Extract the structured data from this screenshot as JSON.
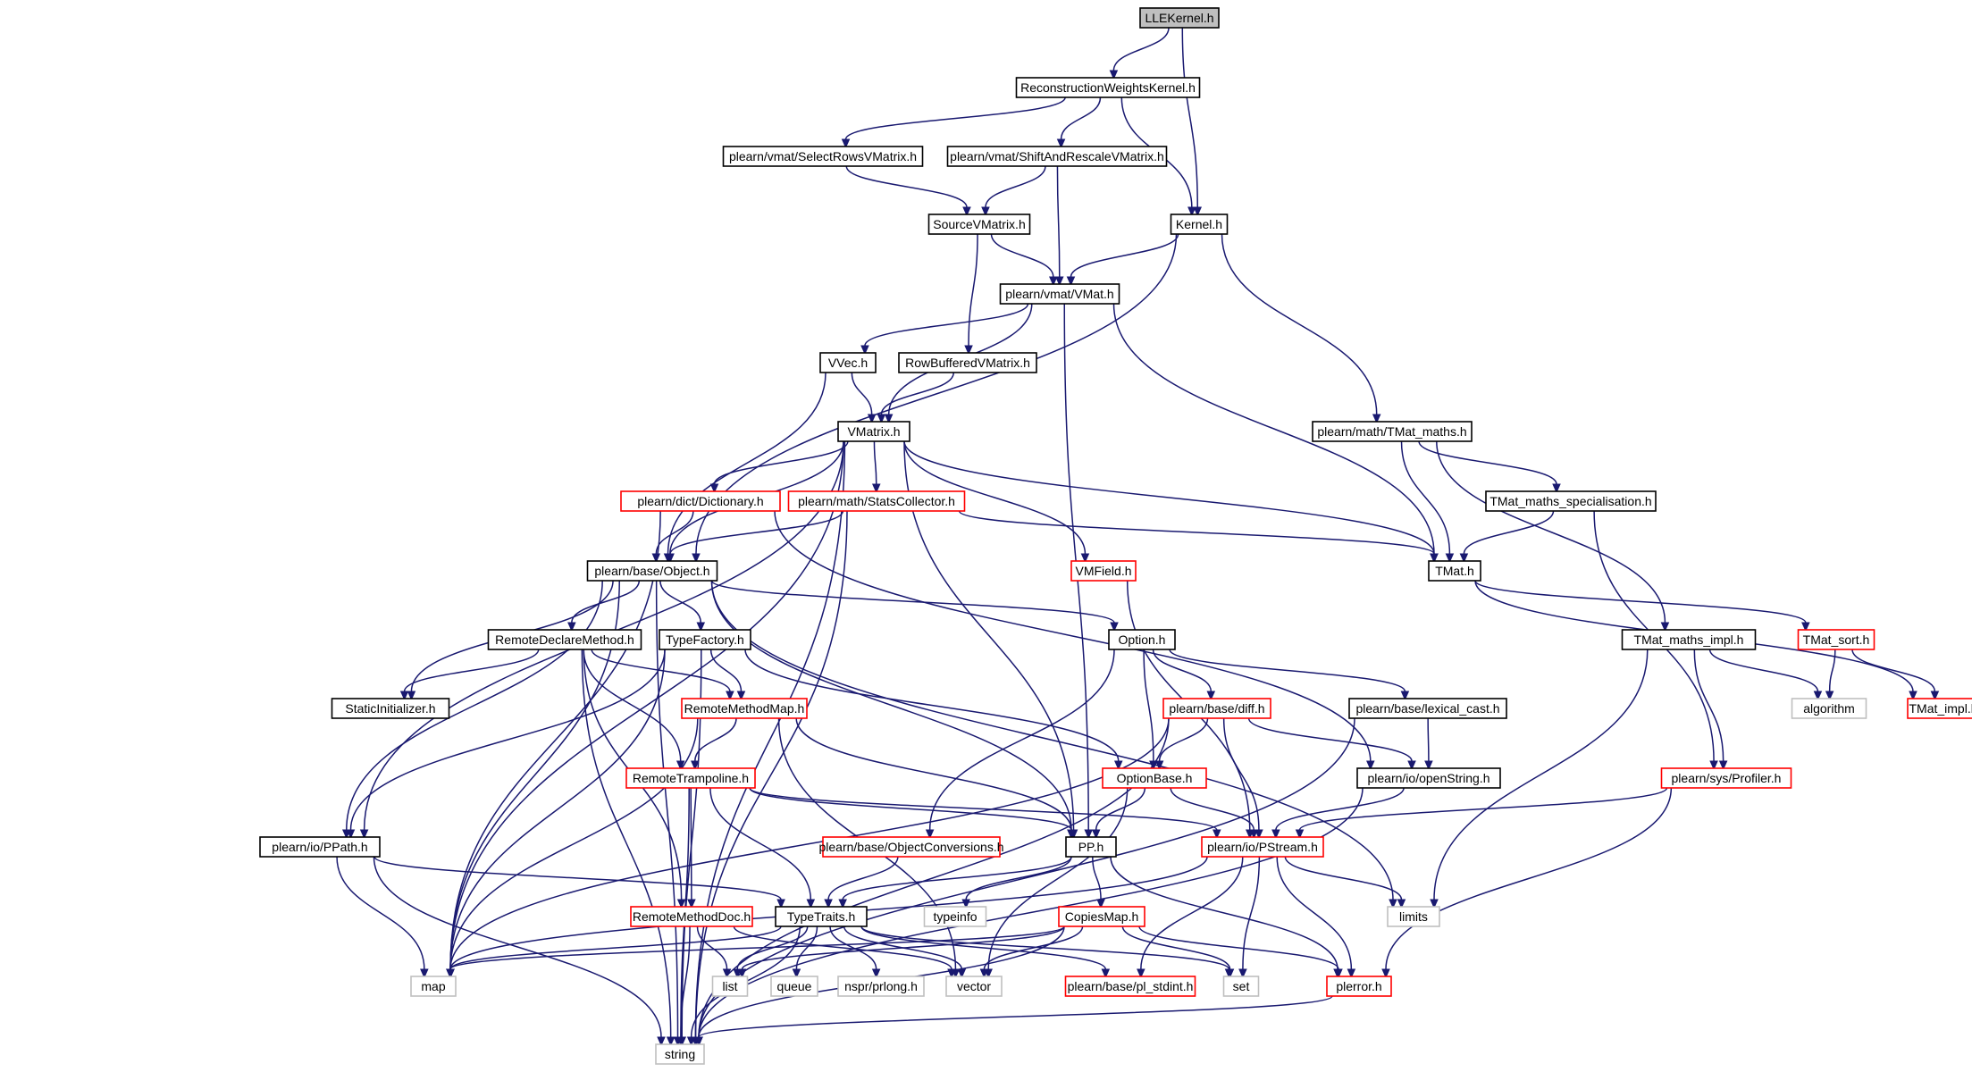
{
  "diagram": {
    "colors": {
      "edge": "#191970",
      "node_border_default": "#000000",
      "node_border_truncated": "#ff0000",
      "node_border_system": "#bfbfbf",
      "node_fill_root": "#bfbfbf",
      "node_fill": "#ffffff",
      "system_text": "#000000"
    },
    "nodes": [
      {
        "id": "lle",
        "label": "LLEKernel.h",
        "kind": "root"
      },
      {
        "id": "rwk",
        "label": "ReconstructionWeightsKernel.h",
        "kind": "normal"
      },
      {
        "id": "srvm",
        "label": "plearn/vmat/SelectRowsVMatrix.h",
        "kind": "normal"
      },
      {
        "id": "sarvm",
        "label": "plearn/vmat/ShiftAndRescaleVMatrix.h",
        "kind": "normal"
      },
      {
        "id": "kernel",
        "label": "Kernel.h",
        "kind": "normal"
      },
      {
        "id": "svm",
        "label": "SourceVMatrix.h",
        "kind": "normal"
      },
      {
        "id": "vmat",
        "label": "plearn/vmat/VMat.h",
        "kind": "normal"
      },
      {
        "id": "vvec",
        "label": "VVec.h",
        "kind": "normal"
      },
      {
        "id": "rbvm",
        "label": "RowBufferedVMatrix.h",
        "kind": "normal"
      },
      {
        "id": "vmatrix",
        "label": "VMatrix.h",
        "kind": "normal"
      },
      {
        "id": "tmaths",
        "label": "plearn/math/TMat_maths.h",
        "kind": "normal"
      },
      {
        "id": "dict",
        "label": "plearn/dict/Dictionary.h",
        "kind": "truncated"
      },
      {
        "id": "stats",
        "label": "plearn/math/StatsCollector.h",
        "kind": "truncated"
      },
      {
        "id": "tmspec",
        "label": "TMat_maths_specialisation.h",
        "kind": "normal"
      },
      {
        "id": "object",
        "label": "plearn/base/Object.h",
        "kind": "normal"
      },
      {
        "id": "vmfield",
        "label": "VMField.h",
        "kind": "truncated"
      },
      {
        "id": "tmat",
        "label": "TMat.h",
        "kind": "normal"
      },
      {
        "id": "rdm",
        "label": "RemoteDeclareMethod.h",
        "kind": "normal"
      },
      {
        "id": "tfact",
        "label": "TypeFactory.h",
        "kind": "normal"
      },
      {
        "id": "option",
        "label": "Option.h",
        "kind": "normal"
      },
      {
        "id": "tmimpl",
        "label": "TMat_maths_impl.h",
        "kind": "normal"
      },
      {
        "id": "tsort",
        "label": "TMat_sort.h",
        "kind": "truncated"
      },
      {
        "id": "sinit",
        "label": "StaticInitializer.h",
        "kind": "normal"
      },
      {
        "id": "rmm",
        "label": "RemoteMethodMap.h",
        "kind": "truncated"
      },
      {
        "id": "diff",
        "label": "plearn/base/diff.h",
        "kind": "truncated"
      },
      {
        "id": "lexcast",
        "label": "plearn/base/lexical_cast.h",
        "kind": "normal"
      },
      {
        "id": "algorithm",
        "label": "algorithm",
        "kind": "system"
      },
      {
        "id": "timpl",
        "label": "TMat_impl.h",
        "kind": "truncated"
      },
      {
        "id": "rtramp",
        "label": "RemoteTrampoline.h",
        "kind": "truncated"
      },
      {
        "id": "optbase",
        "label": "OptionBase.h",
        "kind": "truncated"
      },
      {
        "id": "openstr",
        "label": "plearn/io/openString.h",
        "kind": "normal"
      },
      {
        "id": "profiler",
        "label": "plearn/sys/Profiler.h",
        "kind": "truncated"
      },
      {
        "id": "ppath",
        "label": "plearn/io/PPath.h",
        "kind": "normal"
      },
      {
        "id": "objconv",
        "label": "plearn/base/ObjectConversions.h",
        "kind": "truncated"
      },
      {
        "id": "pp",
        "label": "PP.h",
        "kind": "normal"
      },
      {
        "id": "pstream",
        "label": "plearn/io/PStream.h",
        "kind": "truncated"
      },
      {
        "id": "rmdoc",
        "label": "RemoteMethodDoc.h",
        "kind": "truncated"
      },
      {
        "id": "ttraits",
        "label": "TypeTraits.h",
        "kind": "normal"
      },
      {
        "id": "typeinfo",
        "label": "typeinfo",
        "kind": "system"
      },
      {
        "id": "copies",
        "label": "CopiesMap.h",
        "kind": "truncated"
      },
      {
        "id": "limits",
        "label": "limits",
        "kind": "system"
      },
      {
        "id": "map",
        "label": "map",
        "kind": "system"
      },
      {
        "id": "list",
        "label": "list",
        "kind": "system"
      },
      {
        "id": "queue",
        "label": "queue",
        "kind": "system"
      },
      {
        "id": "prlong",
        "label": "nspr/prlong.h",
        "kind": "system"
      },
      {
        "id": "vector",
        "label": "vector",
        "kind": "system"
      },
      {
        "id": "stdint",
        "label": "plearn/base/pl_stdint.h",
        "kind": "truncated"
      },
      {
        "id": "set",
        "label": "set",
        "kind": "system"
      },
      {
        "id": "plerror",
        "label": "plerror.h",
        "kind": "truncated"
      },
      {
        "id": "string",
        "label": "string",
        "kind": "system"
      }
    ],
    "edges": [
      [
        "lle",
        "rwk"
      ],
      [
        "lle",
        "kernel"
      ],
      [
        "rwk",
        "srvm"
      ],
      [
        "rwk",
        "sarvm"
      ],
      [
        "rwk",
        "kernel"
      ],
      [
        "srvm",
        "svm"
      ],
      [
        "sarvm",
        "svm"
      ],
      [
        "sarvm",
        "vmat"
      ],
      [
        "kernel",
        "vmat"
      ],
      [
        "kernel",
        "object"
      ],
      [
        "kernel",
        "tmaths"
      ],
      [
        "svm",
        "vmat"
      ],
      [
        "svm",
        "rbvm"
      ],
      [
        "vmat",
        "vvec"
      ],
      [
        "vmat",
        "vmatrix"
      ],
      [
        "vmat",
        "pp"
      ],
      [
        "vmat",
        "tmat"
      ],
      [
        "vvec",
        "vmatrix"
      ],
      [
        "vvec",
        "object"
      ],
      [
        "rbvm",
        "vmatrix"
      ],
      [
        "vmatrix",
        "dict"
      ],
      [
        "vmatrix",
        "stats"
      ],
      [
        "vmatrix",
        "vmfield"
      ],
      [
        "vmatrix",
        "tmat"
      ],
      [
        "vmatrix",
        "object"
      ],
      [
        "vmatrix",
        "pp"
      ],
      [
        "vmatrix",
        "ppath"
      ],
      [
        "vmatrix",
        "map"
      ],
      [
        "vmatrix",
        "string"
      ],
      [
        "tmaths",
        "tmat"
      ],
      [
        "tmaths",
        "tmspec"
      ],
      [
        "tmaths",
        "tmimpl"
      ],
      [
        "dict",
        "object"
      ],
      [
        "dict",
        "map"
      ],
      [
        "dict",
        "openstr"
      ],
      [
        "stats",
        "object"
      ],
      [
        "stats",
        "tmat"
      ],
      [
        "stats",
        "string"
      ],
      [
        "tmspec",
        "tmat"
      ],
      [
        "tmspec",
        "profiler"
      ],
      [
        "object",
        "rdm"
      ],
      [
        "object",
        "tfact"
      ],
      [
        "object",
        "option"
      ],
      [
        "object",
        "sinit"
      ],
      [
        "object",
        "ppath"
      ],
      [
        "object",
        "pp"
      ],
      [
        "object",
        "map"
      ],
      [
        "object",
        "string"
      ],
      [
        "object",
        "limits"
      ],
      [
        "vmfield",
        "pstream"
      ],
      [
        "tmat",
        "tsort"
      ],
      [
        "tmat",
        "timpl"
      ],
      [
        "rdm",
        "sinit"
      ],
      [
        "rdm",
        "rmm"
      ],
      [
        "rdm",
        "rtramp"
      ],
      [
        "rdm",
        "rmdoc"
      ],
      [
        "rdm",
        "string"
      ],
      [
        "tfact",
        "rmm"
      ],
      [
        "tfact",
        "optbase"
      ],
      [
        "tfact",
        "ppath"
      ],
      [
        "tfact",
        "map"
      ],
      [
        "tfact",
        "string"
      ],
      [
        "option",
        "diff"
      ],
      [
        "option",
        "lexcast"
      ],
      [
        "option",
        "optbase"
      ],
      [
        "option",
        "objconv"
      ],
      [
        "tmimpl",
        "algorithm"
      ],
      [
        "tmimpl",
        "profiler"
      ],
      [
        "tmimpl",
        "limits"
      ],
      [
        "tsort",
        "algorithm"
      ],
      [
        "tsort",
        "timpl"
      ],
      [
        "rmm",
        "rtramp"
      ],
      [
        "rmm",
        "pp"
      ],
      [
        "rmm",
        "map"
      ],
      [
        "rmm",
        "vector"
      ],
      [
        "diff",
        "optbase"
      ],
      [
        "diff",
        "pstream"
      ],
      [
        "diff",
        "openstr"
      ],
      [
        "diff",
        "map"
      ],
      [
        "diff",
        "string"
      ],
      [
        "lexcast",
        "openstr"
      ],
      [
        "lexcast",
        "string"
      ],
      [
        "rtramp",
        "rmdoc"
      ],
      [
        "rtramp",
        "ttraits"
      ],
      [
        "rtramp",
        "pp"
      ],
      [
        "rtramp",
        "pstream"
      ],
      [
        "rtramp",
        "string"
      ],
      [
        "optbase",
        "pp"
      ],
      [
        "optbase",
        "pstream"
      ],
      [
        "optbase",
        "vector"
      ],
      [
        "openstr",
        "pstream"
      ],
      [
        "openstr",
        "string"
      ],
      [
        "profiler",
        "pstream"
      ],
      [
        "profiler",
        "plerror"
      ],
      [
        "ppath",
        "ttraits"
      ],
      [
        "ppath",
        "map"
      ],
      [
        "ppath",
        "string"
      ],
      [
        "objconv",
        "ttraits"
      ],
      [
        "pp",
        "ttraits"
      ],
      [
        "pp",
        "typeinfo"
      ],
      [
        "pp",
        "copies"
      ],
      [
        "pp",
        "plerror"
      ],
      [
        "pstream",
        "map"
      ],
      [
        "pstream",
        "limits"
      ],
      [
        "pstream",
        "set"
      ],
      [
        "pstream",
        "stdint"
      ],
      [
        "pstream",
        "plerror"
      ],
      [
        "rmdoc",
        "list"
      ],
      [
        "rmdoc",
        "vector"
      ],
      [
        "rmdoc",
        "string"
      ],
      [
        "ttraits",
        "map"
      ],
      [
        "ttraits",
        "list"
      ],
      [
        "ttraits",
        "queue"
      ],
      [
        "ttraits",
        "prlong"
      ],
      [
        "ttraits",
        "vector"
      ],
      [
        "ttraits",
        "string"
      ],
      [
        "ttraits",
        "set"
      ],
      [
        "ttraits",
        "stdint"
      ],
      [
        "copies",
        "map"
      ],
      [
        "copies",
        "list"
      ],
      [
        "copies",
        "vector"
      ],
      [
        "copies",
        "set"
      ],
      [
        "copies",
        "plerror"
      ],
      [
        "copies",
        "string"
      ],
      [
        "plerror",
        "string"
      ]
    ]
  }
}
